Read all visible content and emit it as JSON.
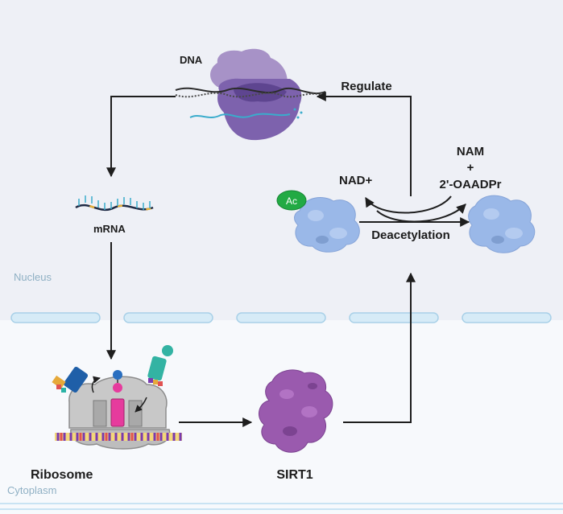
{
  "labels": {
    "dna": "DNA",
    "regulate": "Regulate",
    "nam": "NAM",
    "plus": "+",
    "oaadpr": "2'-OAADPr",
    "nad": "NAD+",
    "acetyl": "Ac",
    "deacetylation": "Deacetylation",
    "mrna": "mRNA",
    "ribosome": "Ribosome",
    "sirt1": "SIRT1"
  },
  "regions": {
    "nucleus": "Nucleus",
    "cytoplasm": "Cytoplasm"
  },
  "colors": {
    "nucleus_bg": "#eef0f6",
    "cytoplasm_bg": "#f7f9fc",
    "membrane": "#c9e3f3",
    "membrane_stroke": "#9fcbe6",
    "arrow": "#1e1e1e",
    "protein_blue": "#98b6e6",
    "polymerase": "#8b72b5",
    "sirt1": "#9a5aae",
    "acetyl_green": "#22aa44"
  }
}
